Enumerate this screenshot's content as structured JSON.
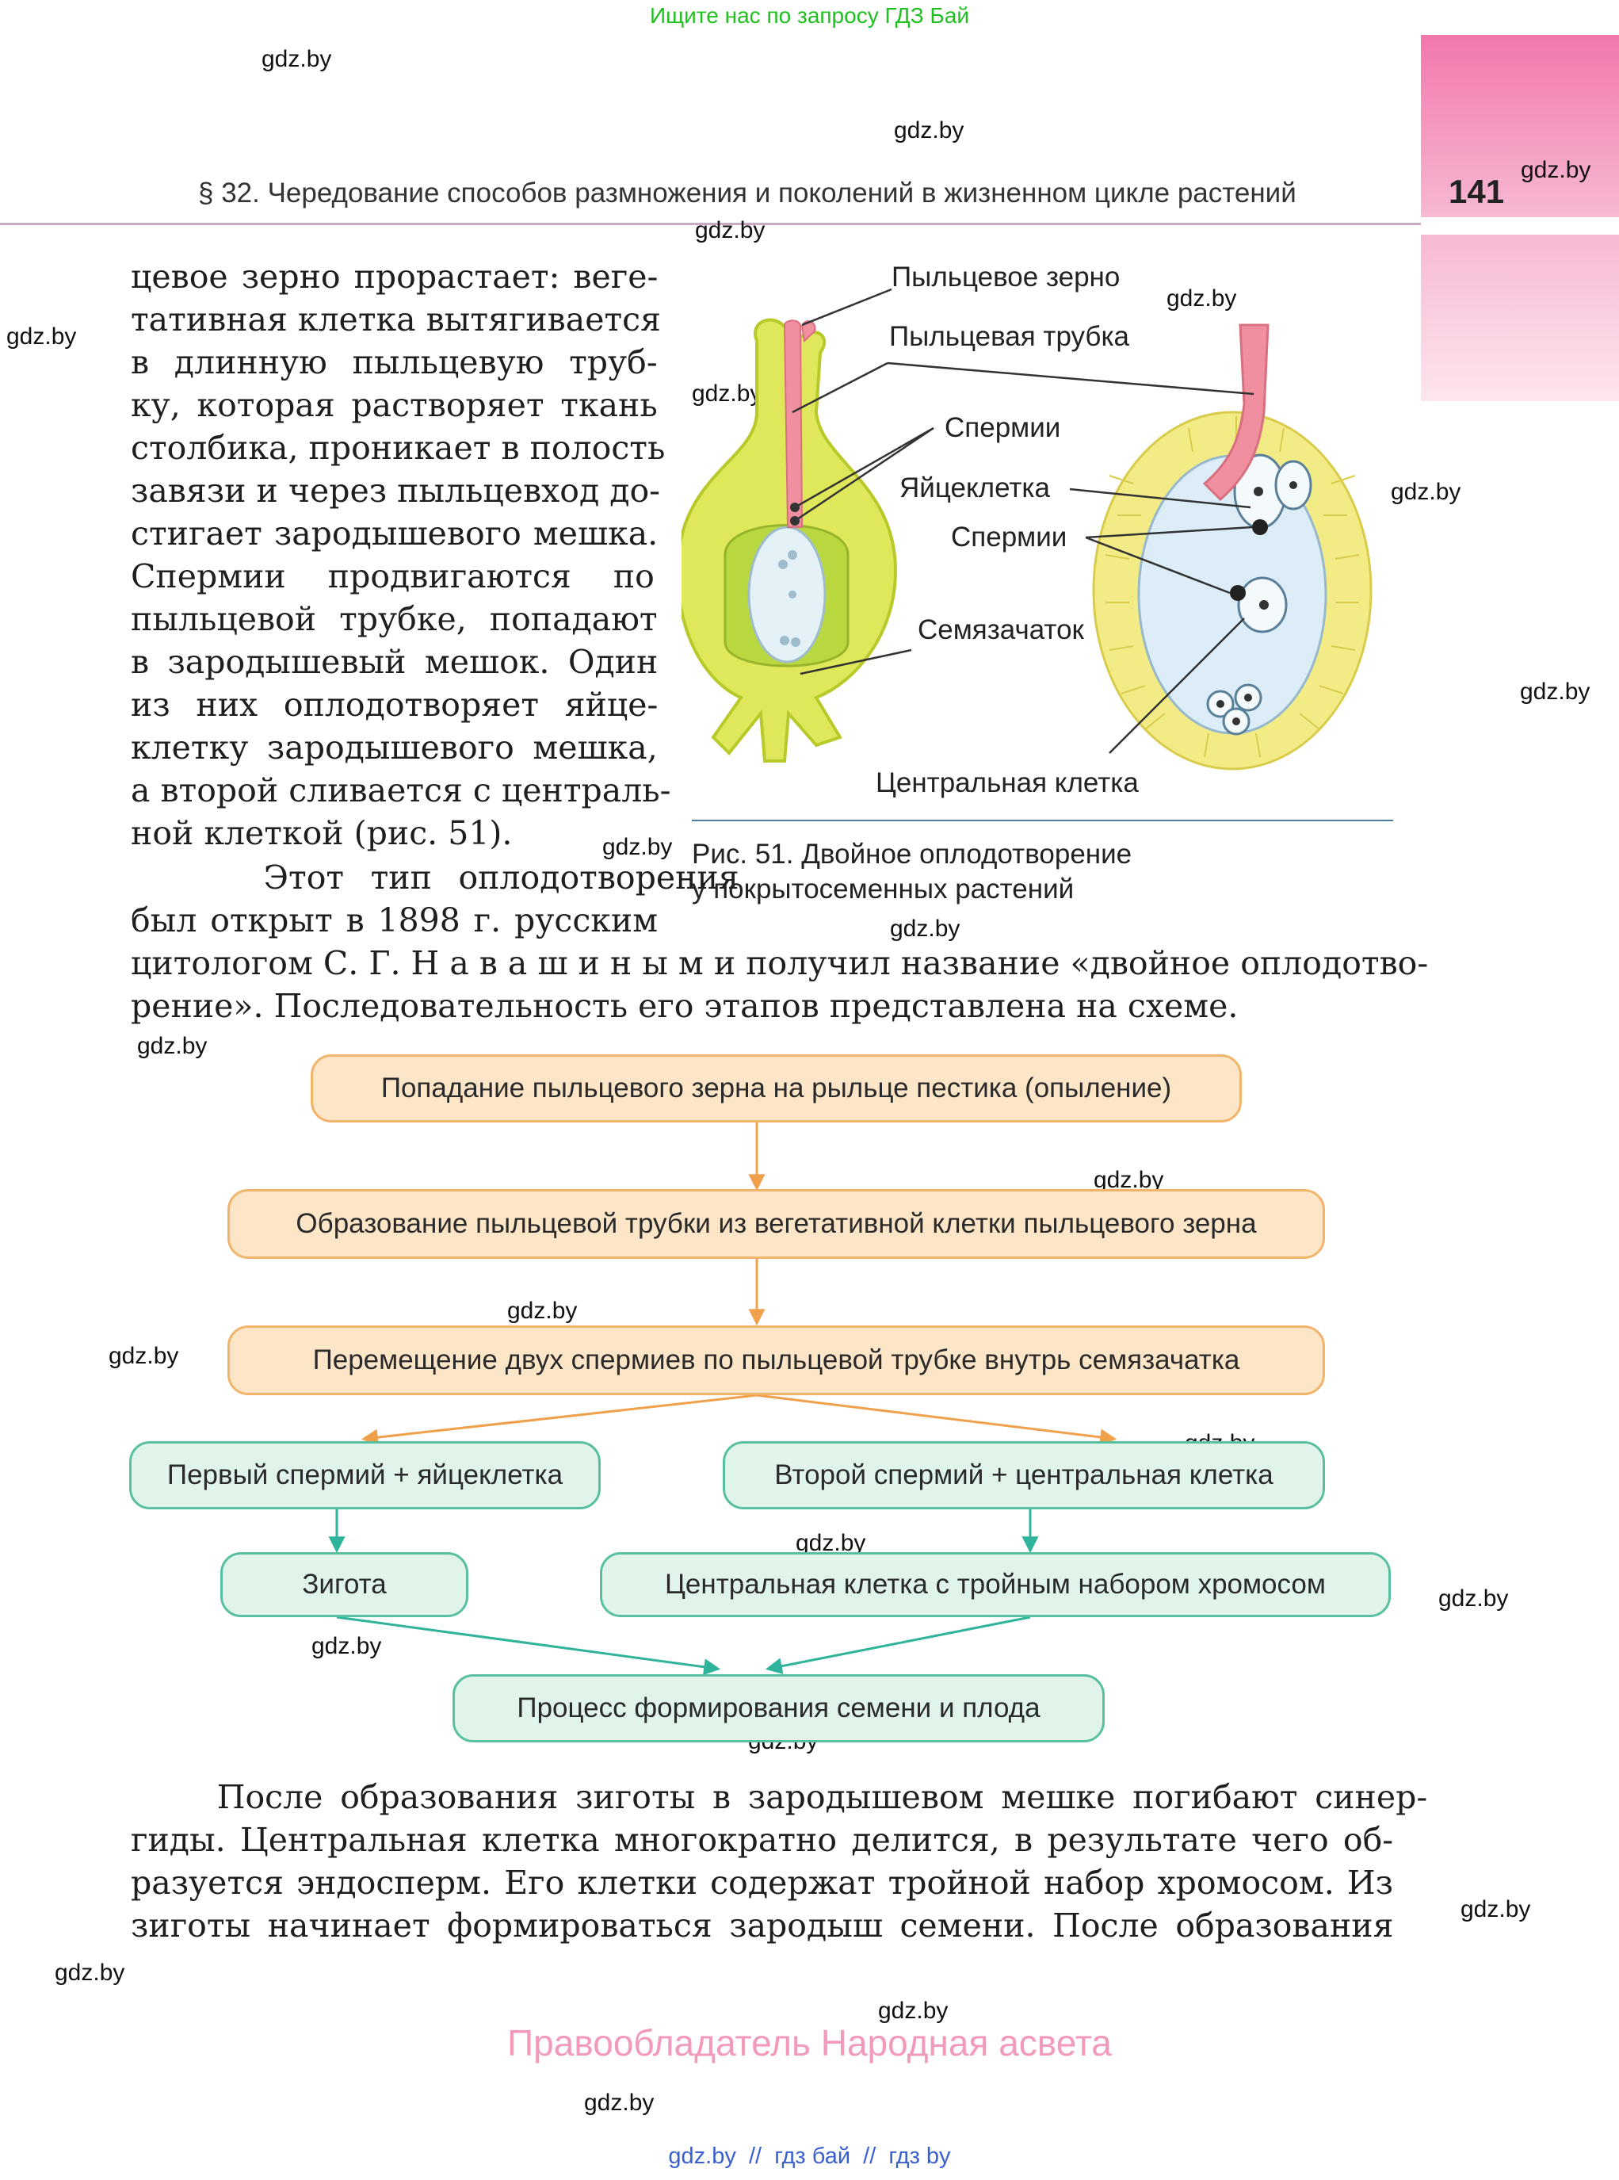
{
  "banner": "Ищите нас по запросу ГДЗ Бай",
  "page_number": "141",
  "running_head": "§ 32. Чередование способов размножения и поколений в жизненном цикле растений",
  "watermarks": [
    "gdz.by",
    "gdz.by",
    "gdz.by",
    "gdz.by",
    "gdz.by",
    "gdz.by",
    "gdz.by",
    "gdz.by",
    "gdz.by",
    "gdz.by",
    "gdz.by",
    "gdz.by",
    "gdz.by",
    "gdz.by",
    "gdz.by",
    "gdz.by",
    "gdz.by",
    "gdz.by",
    "gdz.by",
    "gdz.by",
    "gdz.by",
    "gdz.by",
    "gdz.by",
    "gdz.by"
  ],
  "text_block_1": [
    "цевое зерно прорастает: веге-",
    "тативная клетка вытягивается",
    "в длинную пыльцевую труб-",
    "ку, которая растворяет ткань",
    "столбика, проникает в полость",
    "завязи и через пыльцевход до-",
    "стигает зародышевого мешка.",
    "Спермии продвигаются по",
    "пыльцевой трубке, попадают",
    "в зародышевый мешок. Один",
    "из них оплодотворяет яйце-",
    "клетку зародышевого мешка,",
    "а второй сливается с централь-",
    "ной клеткой (рис. 51).",
    "     Этот тип оплодотворения",
    "был открыт в 1898 г. русским",
    "цитологом С. Г. Н а в а ш и н ы м и получил название «двойное оплодотво-",
    "рение». Последовательность его этапов представлена на схеме."
  ],
  "figure": {
    "labels": {
      "pollen_grain": "Пыльцевое зерно",
      "pollen_tube": "Пыльцевая трубка",
      "sperm_1": "Спермии",
      "egg_cell": "Яйцеклетка",
      "sperm_2": "Спермии",
      "ovule": "Семязачаток",
      "central_cell": "Центральная клетка"
    },
    "caption_line_1": "Рис. 51. Двойное оплодотворение",
    "caption_line_2": "у покрытосеменных растений",
    "colors": {
      "pistil": "#dfe85a",
      "pistil_edge": "#b8c92a",
      "tube": "#ef8f9f",
      "sac": "#dcedf7",
      "cells": "#f3ec86",
      "cell_edge": "#d9cc4d"
    }
  },
  "flowchart": {
    "step_1": "Попадание пыльцевого зерна на рыльце пестика (опыление)",
    "step_2": "Образование пыльцевой трубки из вегетативной клетки пыльцевого зерна",
    "step_3": "Перемещение двух спермиев по пыльцевой трубке внутрь семязачатка",
    "branch_left": "Первый спермий + яйцеклетка",
    "branch_right": "Второй спермий + центральная клетка",
    "zygote": "Зигота",
    "central_triple": "Центральная клетка с тройным набором хромосом",
    "final": "Процесс формирования семени и плода",
    "colors": {
      "orange_fill": "#fde5c7",
      "orange_border": "#f2b46a",
      "orange_arrow": "#f0a04b",
      "green_fill": "#e0f4ea",
      "green_border": "#58bfa0",
      "green_arrow": "#2fb39a"
    }
  },
  "text_block_2": [
    "     После образования зиготы в зародышевом мешке погибают синер-",
    "гиды. Центральная клетка многократно делится, в результате чего об-",
    "разуется эндосперм. Его клетки содержат тройной набор хромосом. Из",
    "зиготы начинает формироваться зародыш семени. После образования"
  ],
  "footer_owner": "Правообладатель Народная асвета",
  "footer_links": "gdz.by  //  гдз бай  //  гдз by"
}
